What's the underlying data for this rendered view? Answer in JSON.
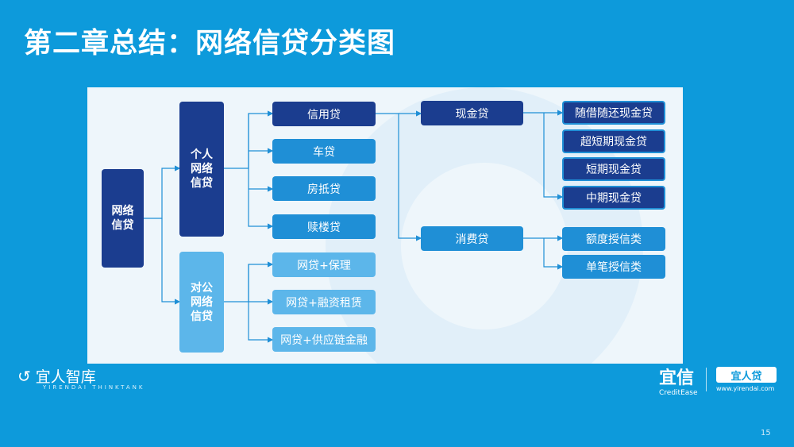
{
  "title": "第二章总结：网络信贷分类图",
  "diagram": {
    "root": "网络信贷",
    "personal": "个人网络信贷",
    "corporate": "对公网络信贷",
    "personal_items": [
      "信用贷",
      "车贷",
      "房抵贷",
      "赎楼贷"
    ],
    "corporate_items": [
      "网贷+保理",
      "网贷+融资租赁",
      "网贷+供应链金融"
    ],
    "credit_types": [
      "现金贷",
      "消费贷"
    ],
    "cash_items": [
      "随借随还现金贷",
      "超短期现金贷",
      "短期现金贷",
      "中期现金贷"
    ],
    "consumer_items": [
      "额度授信类",
      "单笔授信类"
    ]
  },
  "footer": {
    "left_brand": "宜人智库",
    "left_sub": "YIRENDAI THINKTANK",
    "right_brand": "宜信",
    "right_sub": "CreditEase",
    "right_logo": "宜人贷",
    "right_url": "www.yirendai.com",
    "page": "15"
  },
  "colors": {
    "background": "#0d9adb",
    "dark_box": "#1b3d8f",
    "mid_box": "#1f8fd6",
    "light_box": "#5cb6ea",
    "connector": "#1f8fd6"
  }
}
